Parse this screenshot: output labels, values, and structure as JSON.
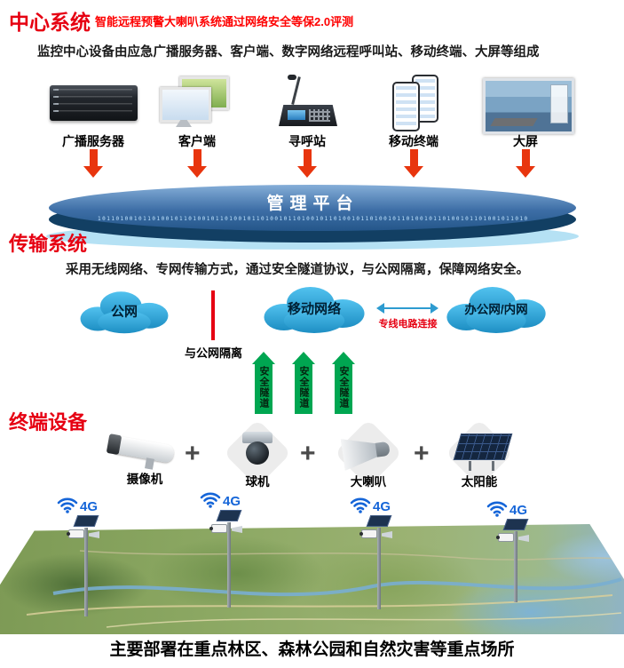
{
  "header": {
    "title": "中心系统",
    "subtitle": "智能远程预警大喇叭系统通过网络安全等保2.0评测",
    "description": "监控中心设备由应急广播服务器、客户端、数字网络远程呼叫站、移动终端、大屏等组成"
  },
  "center_devices": [
    {
      "label": "广播服务器"
    },
    {
      "label": "客户端"
    },
    {
      "label": "寻呼站"
    },
    {
      "label": "移动终端"
    },
    {
      "label": "大屏"
    }
  ],
  "platform": {
    "label": "管理平台",
    "binary": "10110100101101001011010010110100101101001011010010110100101101001011010010110100101101001011010010"
  },
  "transmission": {
    "title": "传输系统",
    "description": "采用无线网络、专网传输方式，通过安全隧道协议，与公网隔离，保障网络安全。",
    "clouds": [
      {
        "label": "公网"
      },
      {
        "label": "移动网络"
      },
      {
        "label": "办公网/内网"
      }
    ],
    "isolation_label": "与公网隔离",
    "dedicated_line_label": "专线电路连接",
    "tunnel_label": "安全隧道"
  },
  "terminal": {
    "title": "终端设备",
    "plus": "+",
    "devices": [
      {
        "label": "摄像机"
      },
      {
        "label": "球机"
      },
      {
        "label": "大喇叭"
      },
      {
        "label": "太阳能"
      }
    ],
    "network_label": "4G"
  },
  "footer": {
    "text": "主要部署在重点林区、森林公园和自然灾害等重点场所"
  },
  "colors": {
    "accent_red": "#e60012",
    "arrow_red": "#e8350e",
    "platform_blue": "#24568a",
    "cloud_blue": "#2fa8de",
    "tunnel_green": "#00a651",
    "wifi_blue": "#1565d8"
  }
}
